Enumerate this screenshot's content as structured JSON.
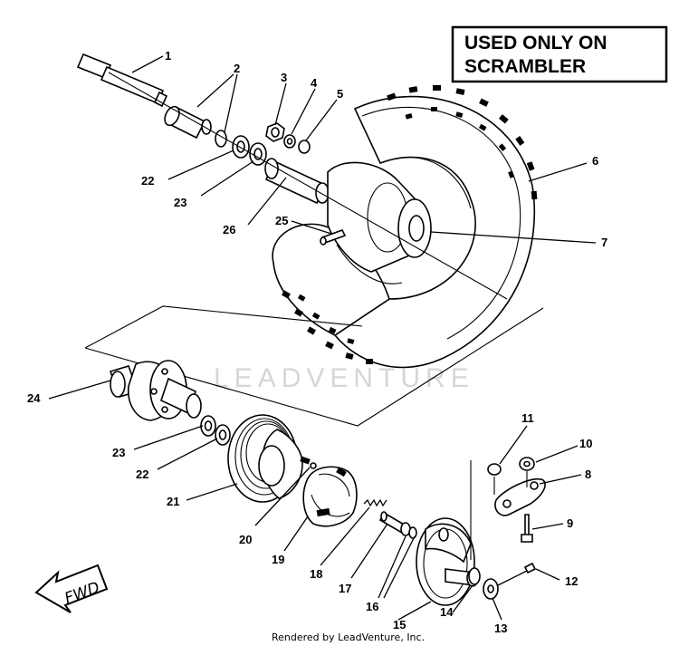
{
  "banner": {
    "line1": "USED ONLY ON",
    "line2": "SCRAMBLER"
  },
  "watermark": "LEADVENTURE",
  "footer": "Rendered by LeadVenture, Inc.",
  "fwd_label": "FWD",
  "callouts": {
    "c1": "1",
    "c2": "2",
    "c3": "3",
    "c4": "4",
    "c5": "5",
    "c6": "6",
    "c7": "7",
    "c8": "8",
    "c9": "9",
    "c10": "10",
    "c11": "11",
    "c12": "12",
    "c13": "13",
    "c14": "14",
    "c15": "15",
    "c16": "16",
    "c17": "17",
    "c18": "18",
    "c19": "19",
    "c20": "20",
    "c21": "21",
    "c22a": "22",
    "c23a": "23",
    "c22b": "22",
    "c23b": "23",
    "c24": "24",
    "c25": "25",
    "c26": "26"
  },
  "icons": {
    "tire": "tire-icon",
    "rim": "wheel-rim-icon",
    "hub": "wheel-hub-icon",
    "drum": "brake-drum-icon",
    "shoes": "brake-shoe-icon",
    "backing": "brake-backing-plate-icon",
    "arrow": "forward-arrow-icon"
  }
}
